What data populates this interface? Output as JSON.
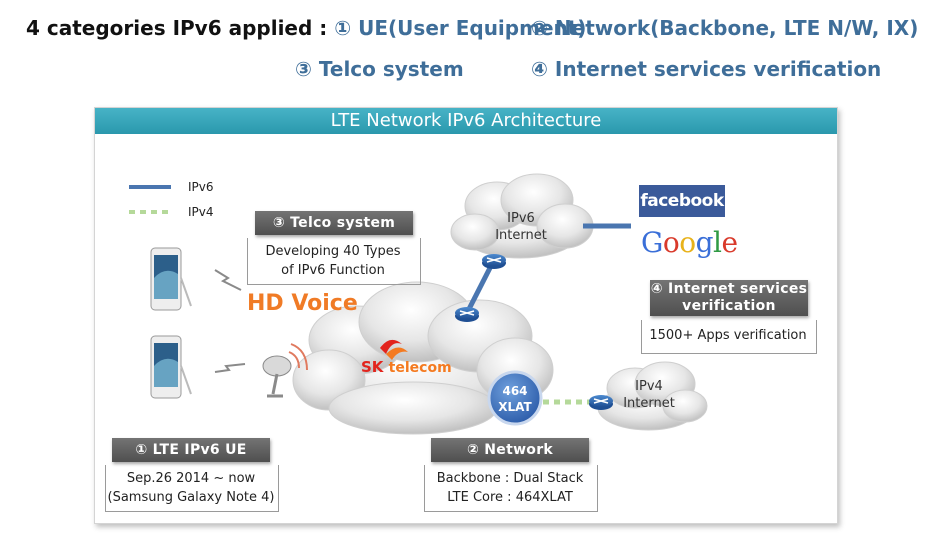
{
  "header": {
    "lead": "4 categories IPv6 applied : ",
    "cat1": "① UE(User Equipment)",
    "cat2": "② Network(Backbone, LTE N/W, IX)",
    "cat3": "③ Telco system",
    "cat4": "④ Internet services verification"
  },
  "banner": "LTE Network IPv6 Architecture",
  "legend": {
    "ipv6": "IPv6",
    "ipv4": "IPv4"
  },
  "telco": {
    "title": "③ Telco system",
    "line1": "Developing 40 Types",
    "line2": "of IPv6 Function"
  },
  "ue": {
    "title": "① LTE IPv6 UE",
    "line1": "Sep.26 2014 ~ now",
    "line2": "(Samsung Galaxy Note 4)"
  },
  "network": {
    "title": "② Network",
    "line1": "Backbone : Dual Stack",
    "line2": "LTE Core : 464XLAT"
  },
  "services": {
    "title_line1": "④ Internet services",
    "title_line2": "verification",
    "line1": "1500+ Apps verification"
  },
  "clouds": {
    "ipv6_line1": "IPv6",
    "ipv6_line2": "Internet",
    "ipv4_line1": "IPv4",
    "ipv4_line2": "Internet"
  },
  "xlat": {
    "line1": "464",
    "line2": "XLAT"
  },
  "hd_voice": "HD Voice",
  "brand": {
    "sk": "SK",
    "telecom": "telecom",
    "facebook": "facebook",
    "google": "Google"
  },
  "colors": {
    "ipv6_line": "#4a76b0",
    "ipv4_line": "#b5d99a",
    "banner": "#2fa0b5",
    "label_box": "#5a5a5a",
    "hd_voice": "#f07b26",
    "sk_red": "#e2241d",
    "sk_orange": "#f47a20"
  },
  "icons": [
    "smartphone-icon",
    "signal-wave-icon",
    "satellite-dish-icon",
    "router-icon",
    "cloud-icon"
  ]
}
